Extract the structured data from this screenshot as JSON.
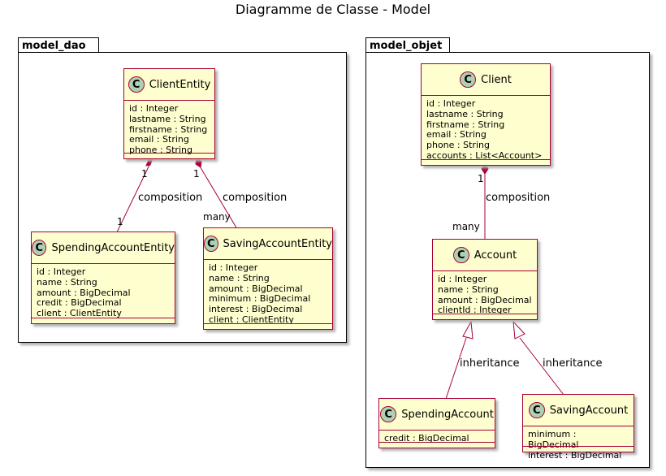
{
  "title": "Diagramme de Classe - Model",
  "packages": {
    "dao": "model_dao",
    "objet": "model_objet"
  },
  "classes": {
    "client_entity": {
      "name": "ClientEntity",
      "icon": "C",
      "attrs": [
        "id : Integer",
        "lastname : String",
        "firstname : String",
        "email : String",
        "phone : String"
      ]
    },
    "spending_account_entity": {
      "name": "SpendingAccountEntity",
      "icon": "C",
      "attrs": [
        "id : Integer",
        "name : String",
        "amount : BigDecimal",
        "credit : BigDecimal",
        "client : ClientEntity"
      ]
    },
    "saving_account_entity": {
      "name": "SavingAccountEntity",
      "icon": "C",
      "attrs": [
        "id : Integer",
        "name : String",
        "amount : BigDecimal",
        "minimum : BigDecimal",
        "interest : BigDecimal",
        "client : ClientEntity"
      ]
    },
    "client": {
      "name": "Client",
      "icon": "C",
      "attrs": [
        "id : Integer",
        "lastname : String",
        "firstname : String",
        "email : String",
        "phone : String",
        "accounts : List<Account>"
      ]
    },
    "account": {
      "name": "Account",
      "icon": "C",
      "attrs": [
        "id : Integer",
        "name : String",
        "amount : BigDecimal",
        "clientId : Integer"
      ]
    },
    "spending_account": {
      "name": "SpendingAccount",
      "icon": "C",
      "attrs": [
        "credit : BigDecimal"
      ]
    },
    "saving_account": {
      "name": "SavingAccount",
      "icon": "C",
      "attrs": [
        "minimum : BigDecimal",
        "interest : BigDecimal"
      ]
    }
  },
  "relations": {
    "dao_spending": {
      "label": "composition",
      "mult_from": "1",
      "mult_to": "1"
    },
    "dao_saving": {
      "label": "composition",
      "mult_from": "1",
      "mult_to": "many"
    },
    "objet_account": {
      "label": "composition",
      "mult_from": "1",
      "mult_to": "many"
    },
    "inherit_spending": {
      "label": "inheritance"
    },
    "inherit_saving": {
      "label": "inheritance"
    }
  },
  "colors": {
    "class_fill": "#FEFECE",
    "class_border": "#A80036",
    "class_icon": "#ADD1B2",
    "edge": "#A80036"
  }
}
